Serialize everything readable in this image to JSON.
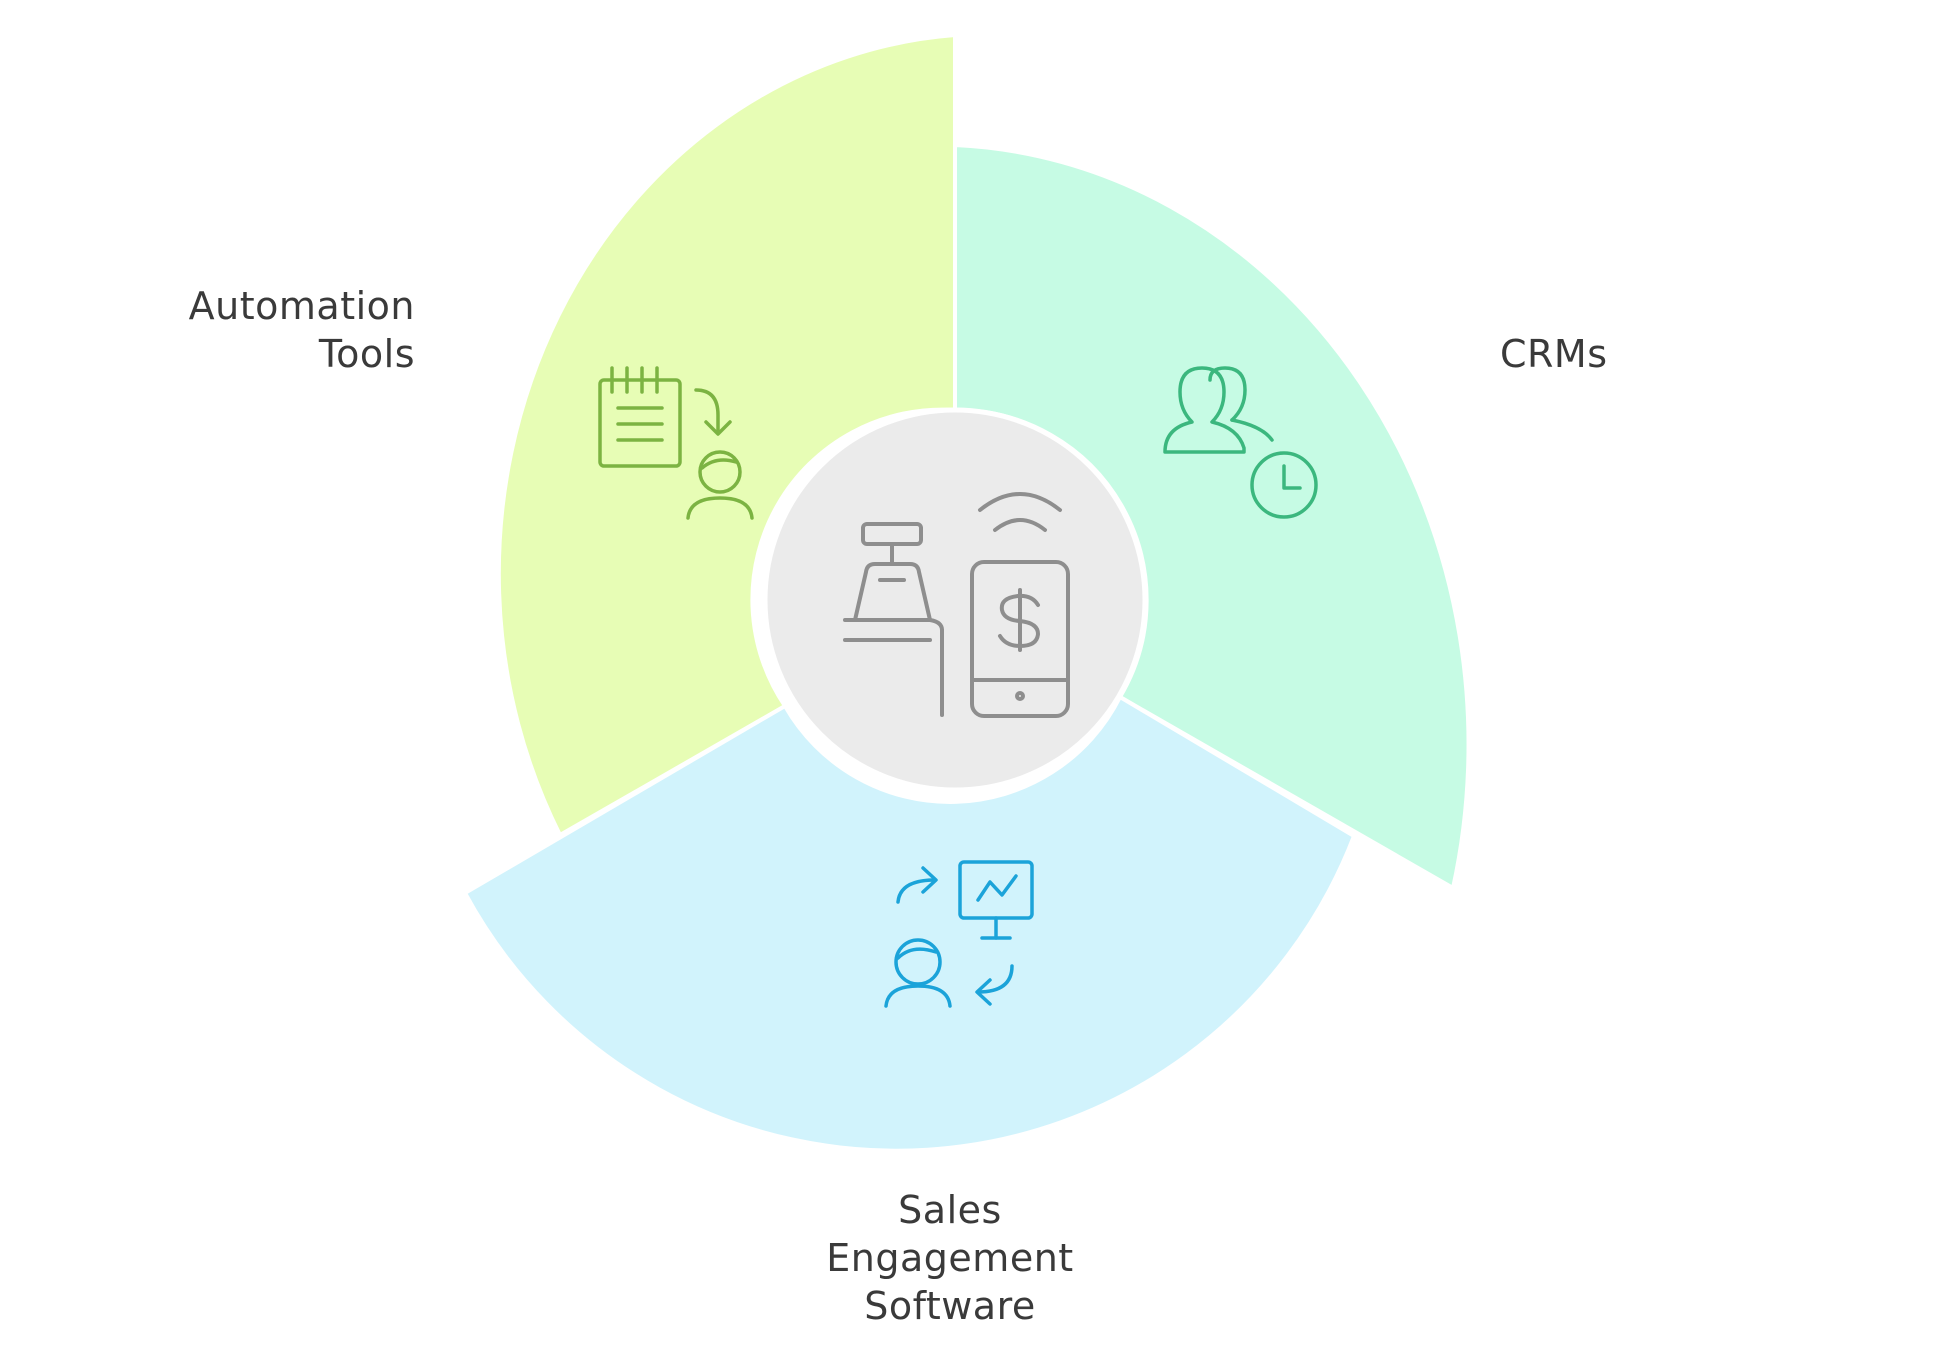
{
  "segments": [
    {
      "id": "automation-tools",
      "label_lines": [
        "Automation",
        "Tools"
      ],
      "fill": "#E7FDB5",
      "icon": "calendar-person-icon",
      "icon_color": "#7CB342"
    },
    {
      "id": "crms",
      "label_lines": [
        "CRMs"
      ],
      "fill": "#C6FBE4",
      "icon": "users-clock-icon",
      "icon_color": "#3BB77E"
    },
    {
      "id": "sales-engagement-software",
      "label_lines": [
        "Sales",
        "Engagement",
        "Software"
      ],
      "fill": "#D1F3FC",
      "icon": "presentation-person-icon",
      "icon_color": "#1BA3D9"
    }
  ],
  "center": {
    "fill": "#EBEBEB",
    "icon": "cash-register-phone-payment-icon",
    "icon_color": "#8E8E8E"
  }
}
